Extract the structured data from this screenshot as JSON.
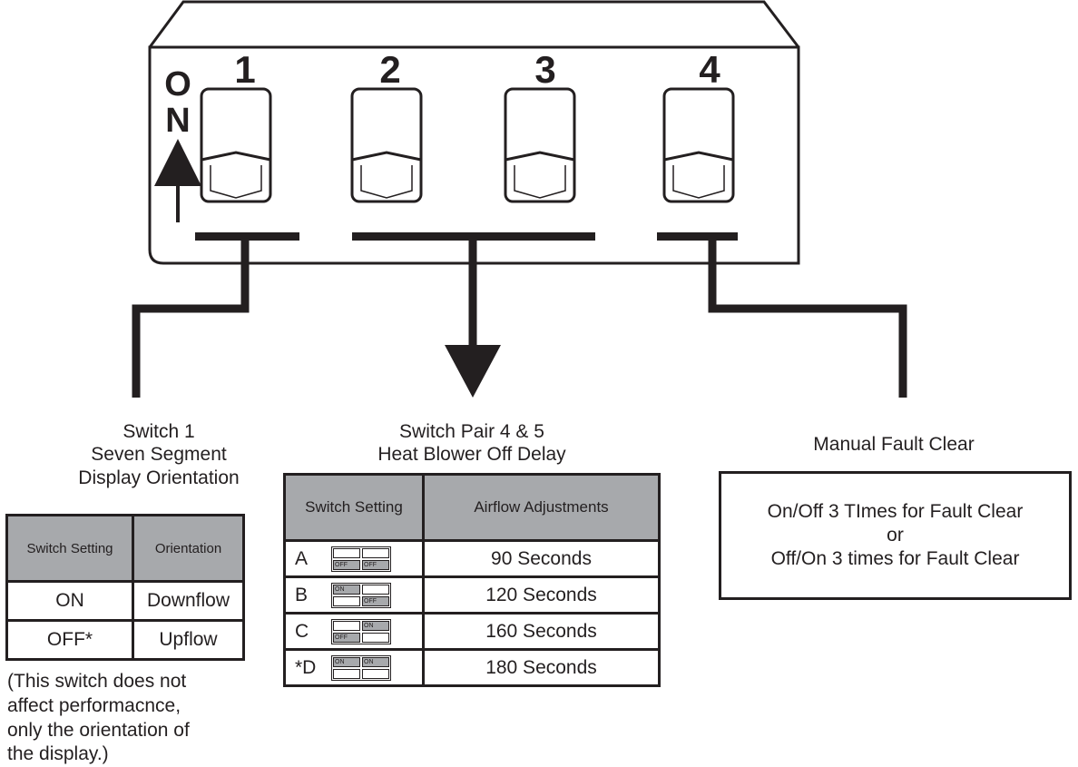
{
  "on_label": [
    "O",
    "N"
  ],
  "switch_numbers": [
    "1",
    "2",
    "3",
    "4"
  ],
  "switch1": {
    "title_lines": [
      "Switch 1",
      "Seven Segment",
      "Display Orientation"
    ],
    "table": {
      "headers": [
        "Switch Setting",
        "Orientation"
      ],
      "rows": [
        [
          "ON",
          "Downflow"
        ],
        [
          "OFF*",
          "Upflow"
        ]
      ]
    },
    "note_lines": [
      "(This switch does not",
      "affect performacnce,",
      "only the orientation of",
      "the display.)"
    ]
  },
  "switch_pair": {
    "title_lines": [
      "Switch Pair 4 & 5",
      "Heat Blower Off Delay"
    ],
    "table": {
      "headers": [
        "Switch Setting",
        "Airflow Adjustments"
      ],
      "rows": [
        {
          "setting": "A",
          "mini": [
            [
              "",
              "OFF"
            ],
            [
              "",
              "OFF"
            ]
          ],
          "value": "90 Seconds"
        },
        {
          "setting": "B",
          "mini": [
            [
              "ON",
              ""
            ],
            [
              "",
              "OFF"
            ]
          ],
          "value": "120 Seconds"
        },
        {
          "setting": "C",
          "mini": [
            [
              "",
              "OFF"
            ],
            [
              "ON",
              ""
            ]
          ],
          "value": "160 Seconds"
        },
        {
          "setting": "*D",
          "mini": [
            [
              "ON",
              ""
            ],
            [
              "ON",
              ""
            ]
          ],
          "value": "180 Seconds"
        }
      ]
    }
  },
  "fault": {
    "title": "Manual Fault Clear",
    "lines": [
      "On/Off 3 TImes for Fault Clear",
      "or",
      "Off/On 3 times for Fault Clear"
    ]
  },
  "colors": {
    "ink": "#231f20",
    "gray": "#a7a9ac"
  }
}
